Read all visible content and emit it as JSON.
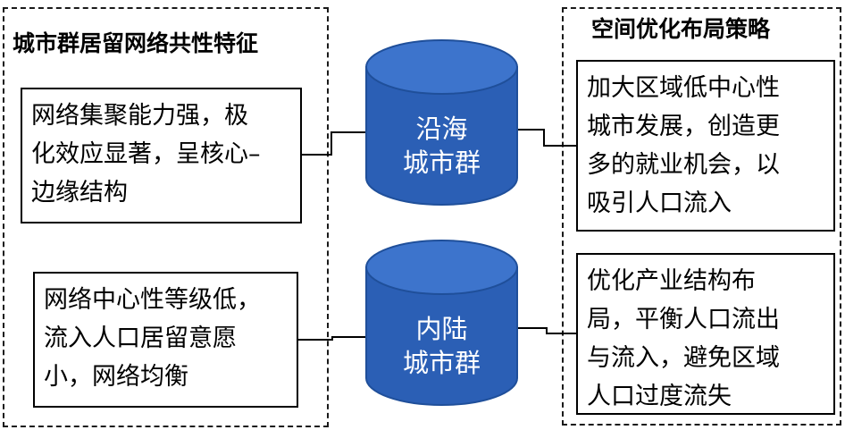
{
  "left_group": {
    "title": "城市群居留网络共性特征"
  },
  "right_group": {
    "title": "空间优化布局策略"
  },
  "coastal": {
    "cylinder_line1": "沿海",
    "cylinder_line2": "城市群",
    "network_lines": [
      "网络集聚能力强，极",
      "化效应显著，呈核心–",
      "边缘结构"
    ],
    "strategy_lines": [
      "加大区域低中心性",
      "城市发展，创造更",
      "多的就业机会，以",
      "吸引人口流入"
    ]
  },
  "inland": {
    "cylinder_line1": "内陆",
    "cylinder_line2": "城市群",
    "network_lines": [
      "网络中心性等级低，",
      "流入人口居留意愿",
      "小，网络均衡"
    ],
    "strategy_lines": [
      "优化产业结构布",
      "局，平衡人口流出",
      "与流入，避免区域",
      "人口过度流失"
    ]
  },
  "colors": {
    "cylinder_fill": "#2b5fb5",
    "cylinder_top": "#3d74cc",
    "cylinder_stroke": "#1f4f9a",
    "label": "#ffffff"
  }
}
